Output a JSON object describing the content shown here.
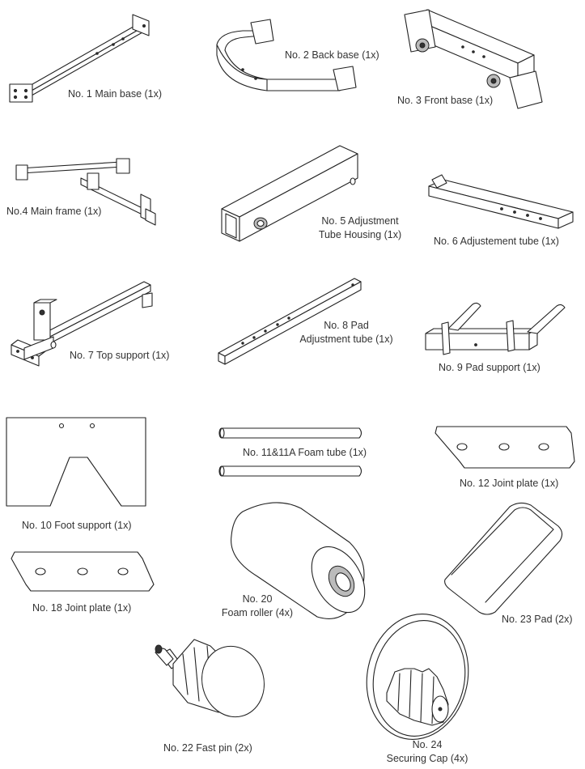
{
  "parts": [
    {
      "id": "p1",
      "label": "No. 1 Main base (1x)"
    },
    {
      "id": "p2",
      "label": "No. 2 Back base (1x)"
    },
    {
      "id": "p3",
      "label": "No. 3 Front base (1x)"
    },
    {
      "id": "p4",
      "label": "No.4  Main frame (1x)"
    },
    {
      "id": "p5",
      "label_line1": "No. 5 Adjustment",
      "label_line2": "Tube Housing (1x)"
    },
    {
      "id": "p6",
      "label": "No. 6 Adjustement tube (1x)"
    },
    {
      "id": "p7",
      "label": "No. 7 Top support (1x)"
    },
    {
      "id": "p8",
      "label_line1": "No. 8 Pad",
      "label_line2": "Adjustment tube (1x)"
    },
    {
      "id": "p9",
      "label": "No. 9 Pad support (1x)"
    },
    {
      "id": "p10",
      "label": "No. 10 Foot support (1x)"
    },
    {
      "id": "p11",
      "label": "No. 11&11A Foam tube  (1x)"
    },
    {
      "id": "p12",
      "label": "No. 12 Joint plate (1x)"
    },
    {
      "id": "p18",
      "label": "No. 18 Joint plate (1x)"
    },
    {
      "id": "p20",
      "label_line1": "No. 20",
      "label_line2": "Foam roller (4x)"
    },
    {
      "id": "p23",
      "label": "No. 23 Pad (2x)"
    },
    {
      "id": "p22",
      "label": "No. 22 Fast pin (2x)"
    },
    {
      "id": "p24",
      "label_line1": "No. 24",
      "label_line2": "Securing Cap (4x)"
    }
  ]
}
